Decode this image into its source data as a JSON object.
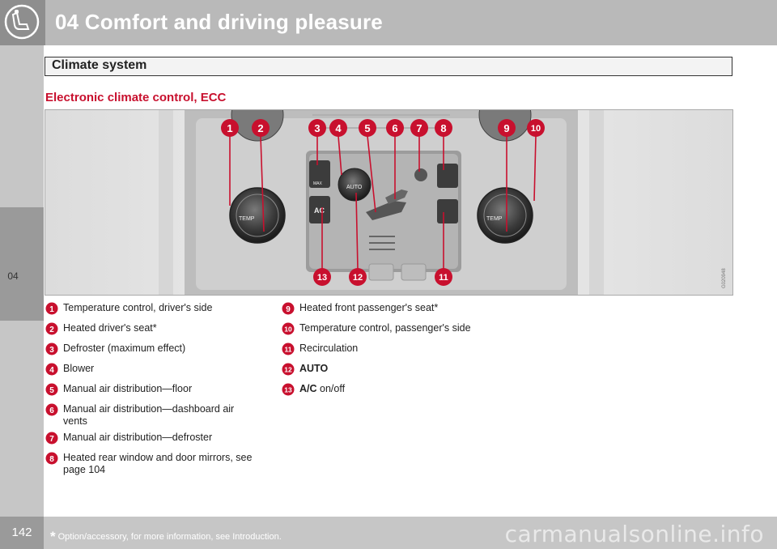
{
  "header": {
    "chapter_title": "04 Comfort and driving pleasure",
    "icon": "seat-icon"
  },
  "tab": {
    "chapter_number": "04"
  },
  "section": {
    "title": "Climate system"
  },
  "subheading": "Electronic climate control, ECC",
  "figure": {
    "callouts": [
      "1",
      "2",
      "3",
      "4",
      "5",
      "6",
      "7",
      "8",
      "9",
      "10",
      "11",
      "12",
      "13"
    ],
    "panel_labels": {
      "temp_left": "TEMP",
      "temp_right": "TEMP",
      "ac": "AC",
      "auto": "AUTO",
      "max": "MAX"
    },
    "image_code": "G020948"
  },
  "legend_left": [
    {
      "num": "1",
      "text": "Temperature control, driver's side"
    },
    {
      "num": "2",
      "text": "Heated driver's seat*"
    },
    {
      "num": "3",
      "text": "Defroster (maximum effect)"
    },
    {
      "num": "4",
      "text": "Blower"
    },
    {
      "num": "5",
      "text": "Manual air distribution—floor"
    },
    {
      "num": "6",
      "text": "Manual air distribution—dashboard air vents"
    },
    {
      "num": "7",
      "text": "Manual air distribution—defroster"
    },
    {
      "num": "8",
      "text": "Heated rear window and door mirrors, see page 104"
    }
  ],
  "legend_right": [
    {
      "num": "9",
      "text": "Heated front passenger's seat*"
    },
    {
      "num": "10",
      "text": "Temperature control, passenger's side"
    },
    {
      "num": "11",
      "text": "Recirculation"
    },
    {
      "num": "12",
      "text_bold": "AUTO",
      "text": ""
    },
    {
      "num": "13",
      "text_bold": "A/C",
      "text": " on/off"
    }
  ],
  "footer": {
    "page_number": "142",
    "star": "*",
    "note": "Option/accessory, for more information, see Introduction.",
    "watermark": "carmanualsonline.info"
  },
  "colors": {
    "accent_red": "#c8102e",
    "header_gray": "#b9b9b9"
  }
}
